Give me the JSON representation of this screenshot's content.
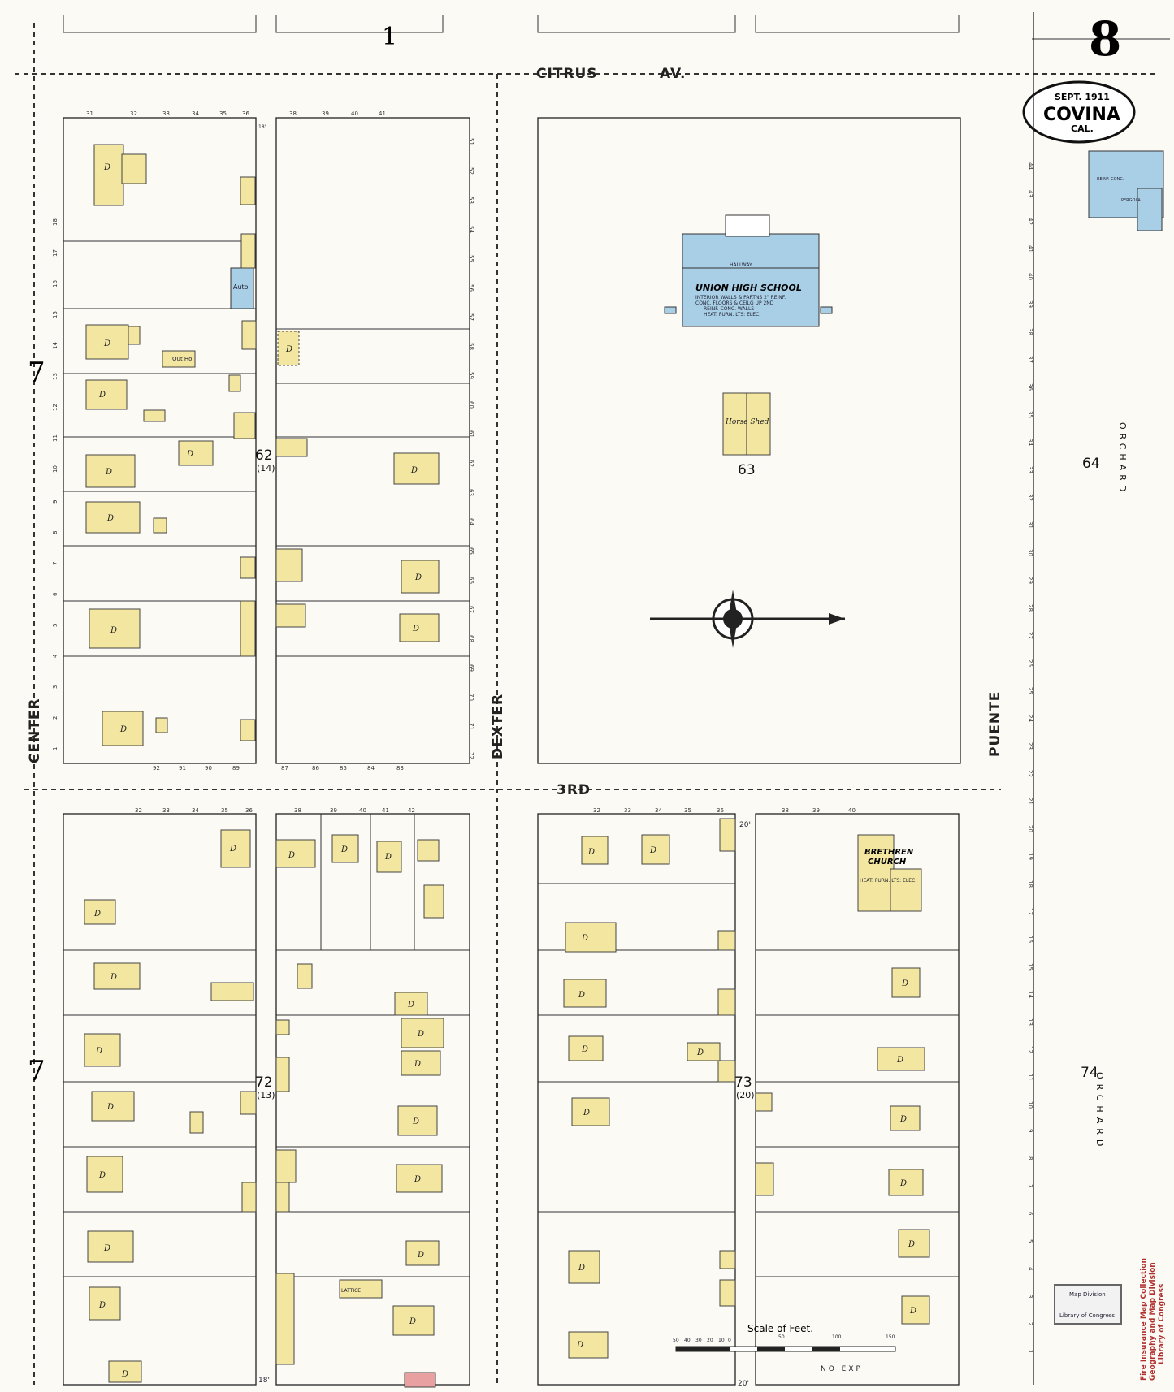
{
  "sheet": {
    "number": "8",
    "index_mark": "1"
  },
  "cartouche": {
    "date": "SEPT. 1911",
    "city": "COVINA",
    "state": "CAL."
  },
  "streets": {
    "citrus": "CITRUS",
    "av": "AV.",
    "third": "3RD",
    "center": "CENTER",
    "dexter": "DEXTER",
    "puente": "PUENTE"
  },
  "blocks": {
    "b62": "62",
    "b62_sub": "(14)",
    "b63": "63",
    "b64": "64",
    "b72": "72",
    "b72_sub": "(13)",
    "b73": "73",
    "b73_sub": "(20)",
    "b74": "74",
    "side_marks": [
      "7",
      "7"
    ]
  },
  "labels": {
    "school_name": "UNION HIGH SCHOOL",
    "school_notes": [
      "INTERIOR WALLS & PARTNS 2\" REINF.",
      "CONC. FLOORS & CEILG UP 2ND",
      "REINF. CONC. WALLS",
      "HEAT: FURN. LTS: ELEC."
    ],
    "school_hallway": "HALLWAY",
    "horse_shed": "Horse Shed",
    "auto": "Auto",
    "out_ho": "Out Ho.",
    "church_name_1": "BRETHREN",
    "church_name_2": "CHURCH",
    "church_notes": "HEAT: FURN. LTS: ELEC.",
    "reinf_conc": "REINF. CONC.",
    "pergola": "PERGOLA",
    "lattice": "LATTICE",
    "orchard": "ORCHARD",
    "no_exp": "NO EXP",
    "scale": "Scale of Feet.",
    "scale_ticks": [
      "50",
      "40",
      "30",
      "20",
      "10",
      "0",
      "50",
      "100",
      "150"
    ],
    "stamp_1": "Map Division",
    "stamp_2": "Library of Congress",
    "loc_note_1": "Fire Insurance Map Collection",
    "loc_note_2": "Geography and Map Division",
    "loc_note_3": "Library of Congress",
    "dwelling": "D",
    "frontage_18": "18'",
    "frontage_20": "20'"
  },
  "lots": {
    "nw_top": [
      "31",
      "32",
      "33",
      "34",
      "35",
      "36",
      "38",
      "39",
      "40",
      "41"
    ],
    "nw_bottom": [
      "92",
      "91",
      "90",
      "89",
      "87",
      "86",
      "85",
      "84",
      "83"
    ],
    "sw_top": [
      "32",
      "33",
      "34",
      "35",
      "36",
      "38",
      "39",
      "40",
      "41",
      "42"
    ],
    "se_top": [
      "32",
      "33",
      "34",
      "35",
      "36",
      "38",
      "39",
      "40"
    ],
    "left_col": [
      "18",
      "17",
      "16",
      "15",
      "14",
      "13",
      "12",
      "11",
      "10",
      "9",
      "8",
      "7",
      "6",
      "5",
      "4",
      "3",
      "2",
      "1"
    ],
    "right_col": [
      "51",
      "52",
      "53",
      "54",
      "55",
      "56",
      "57",
      "58",
      "59",
      "60",
      "61",
      "62",
      "63",
      "64",
      "65",
      "66",
      "67",
      "68",
      "69",
      "70",
      "71",
      "72"
    ],
    "far_right": [
      "44",
      "43",
      "42",
      "41",
      "40",
      "39",
      "38",
      "37",
      "36",
      "35",
      "34",
      "33",
      "32",
      "31",
      "30",
      "29",
      "28",
      "27",
      "26",
      "25",
      "24",
      "23",
      "22",
      "21",
      "20",
      "19",
      "18",
      "17",
      "16",
      "15",
      "14",
      "13",
      "12",
      "11",
      "10",
      "9",
      "8",
      "7",
      "6",
      "5",
      "4",
      "3",
      "2",
      "1"
    ]
  },
  "colors": {
    "frame": "#fbfaf4",
    "building": "#f3e6a0",
    "concrete": "#a9cfe6",
    "brick": "#e9a0a0"
  }
}
